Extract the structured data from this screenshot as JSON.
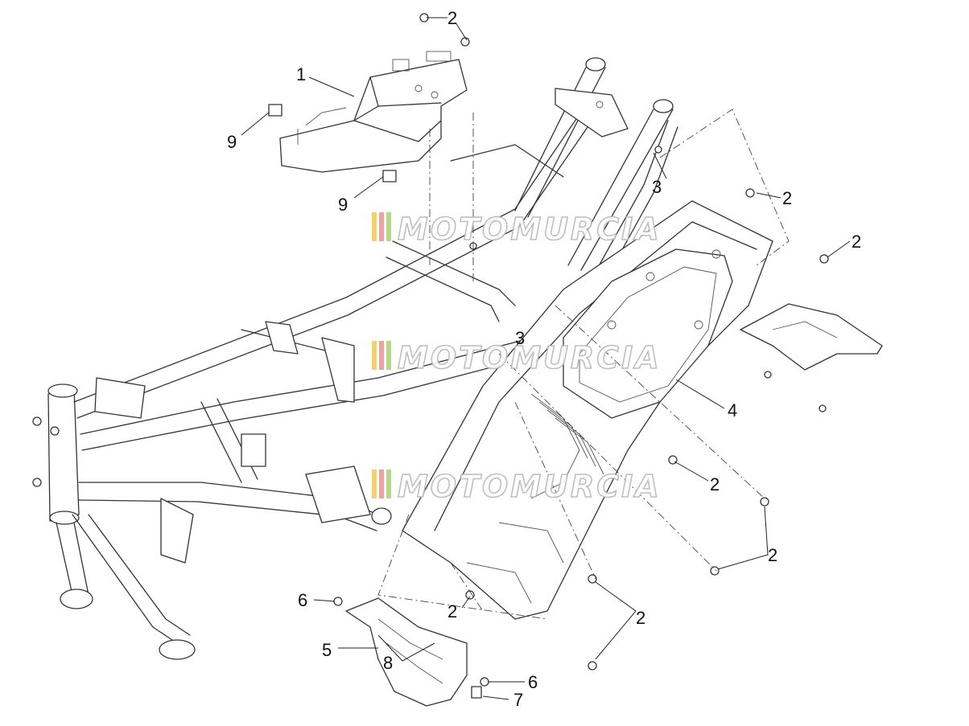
{
  "callouts": [
    {
      "id": "c1",
      "label": "1"
    },
    {
      "id": "c2a",
      "label": "2"
    },
    {
      "id": "c2b",
      "label": "2"
    },
    {
      "id": "c2c",
      "label": "2"
    },
    {
      "id": "c2d",
      "label": "2"
    },
    {
      "id": "c2e",
      "label": "2"
    },
    {
      "id": "c2f",
      "label": "2"
    },
    {
      "id": "c2g",
      "label": "2"
    },
    {
      "id": "c3a",
      "label": "3"
    },
    {
      "id": "c3b",
      "label": "3"
    },
    {
      "id": "c4",
      "label": "4"
    },
    {
      "id": "c5",
      "label": "5"
    },
    {
      "id": "c6a",
      "label": "6"
    },
    {
      "id": "c6b",
      "label": "6"
    },
    {
      "id": "c7",
      "label": "7"
    },
    {
      "id": "c8",
      "label": "8"
    },
    {
      "id": "c9a",
      "label": "9"
    },
    {
      "id": "c9b",
      "label": "9"
    }
  ],
  "watermark": {
    "text": "MOTOMURCIA",
    "stripe_colors": [
      "#f2d26b",
      "#f0a0a0",
      "#b7d88a"
    ]
  }
}
